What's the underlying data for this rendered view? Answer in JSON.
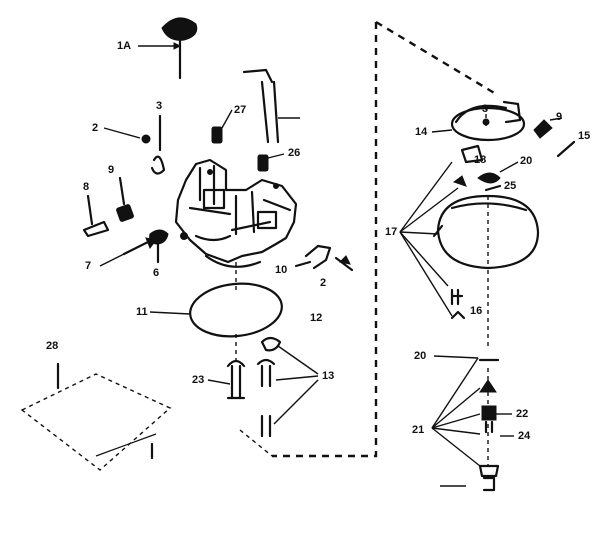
{
  "diagram": {
    "callouts": {
      "c_1A": "1A",
      "c_3a": "3",
      "c_2a": "2",
      "c_27": "27",
      "c_26": "26",
      "c_9a": "9",
      "c_8a": "8",
      "c_7": "7",
      "c_6": "6",
      "c_10": "10",
      "c_2b": "2",
      "c_11": "11",
      "c_12": "12",
      "c_13": "13",
      "c_23": "23",
      "c_28": "28",
      "c_3b": "3",
      "c_14": "14",
      "c_9b": "9",
      "c_15": "15",
      "c_18": "18",
      "c_20a": "20",
      "c_25": "25",
      "c_17": "17",
      "c_16": "16",
      "c_20b": "20",
      "c_21": "21",
      "c_22": "22",
      "c_24": "24"
    },
    "colors": {
      "ink": "#111111",
      "paper": "#ffffff"
    }
  }
}
